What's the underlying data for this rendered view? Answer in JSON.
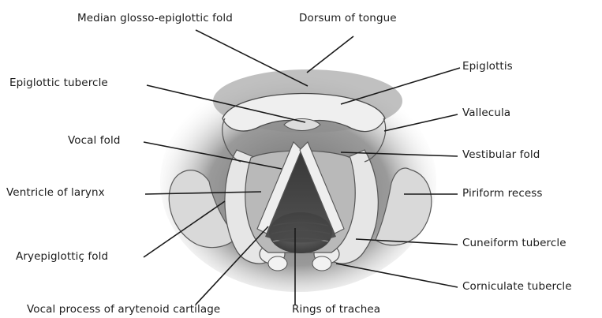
{
  "labels": {
    "median_glosso_epiglottic_fold": "Median glosso-epiglottic fold",
    "dorsum_of_tongue": "Dorsum of tongue",
    "epiglottic_tubercle": "Epiglottic tubercle",
    "epiglottis": "Epiglottis",
    "vallecula": "Vallecula",
    "vocal_fold": "Vocal fold",
    "vestibular_fold": "Vestibular fold",
    "ventricle_of_larynx": "Ventricle of larynx",
    "piriform_recess": "Piriform recess",
    "aryepiglottic_fold": "Aryepiglottiç fold",
    "cuneiform_tubercle": "Cuneiform tubercle",
    "corniculate_tubercle": "Corniculate tubercle",
    "vocal_process_of_arytenoid_cartilage": "Vocal process of arytenoid cartilage",
    "rings_of_trachea": "Rings of trachea"
  }
}
